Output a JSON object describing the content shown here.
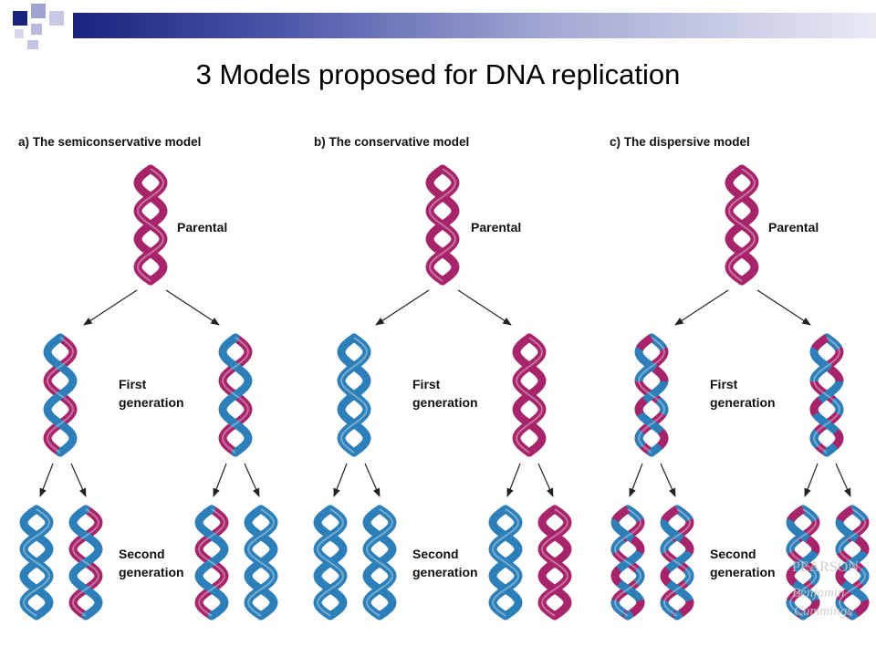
{
  "slide": {
    "title": "3 Models proposed for DNA replication"
  },
  "colors": {
    "parental_strand": "#a8246a",
    "new_strand": "#2c7fb8",
    "header_bar_dark": "#1a237e"
  },
  "panels": [
    {
      "title": "a) The semiconservative model",
      "parental_label": "Parental",
      "first_label_line1": "First",
      "first_label_line2": "generation",
      "second_label_line1": "Second",
      "second_label_line2": "generation"
    },
    {
      "title": "b) The conservative model",
      "parental_label": "Parental",
      "first_label_line1": "First",
      "first_label_line2": "generation",
      "second_label_line1": "Second",
      "second_label_line2": "generation"
    },
    {
      "title": "c) The dispersive model",
      "parental_label": "Parental",
      "first_label_line1": "First",
      "first_label_line2": "generation",
      "second_label_line1": "Second",
      "second_label_line2": "generation"
    }
  ],
  "watermark": {
    "line1": "PEARSON",
    "line2": "Benjamin",
    "line3": "Cummings"
  }
}
